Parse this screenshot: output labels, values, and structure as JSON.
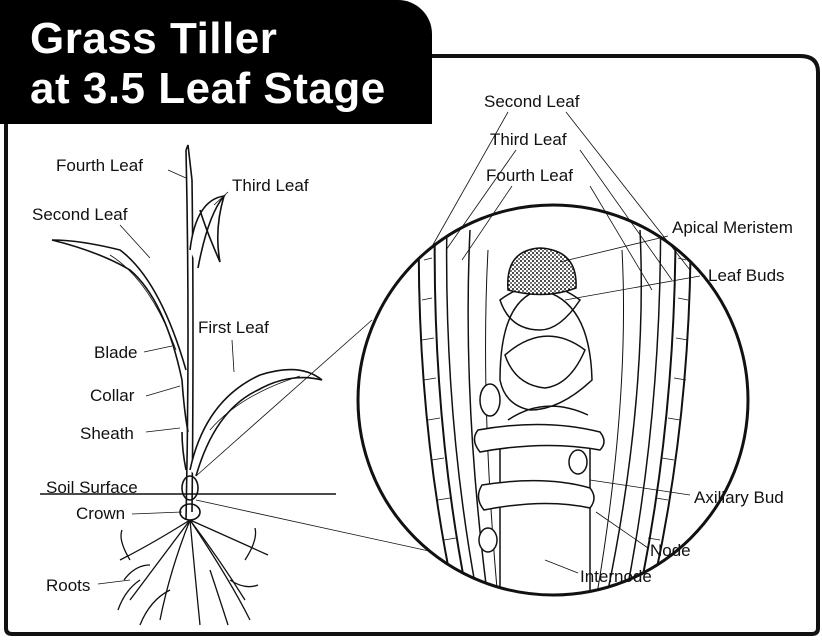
{
  "title": {
    "line1": "Grass Tiller",
    "line2": "at 3.5 Leaf Stage"
  },
  "plant_labels": {
    "fourth_leaf": "Fourth Leaf",
    "third_leaf": "Third Leaf",
    "second_leaf": "Second Leaf",
    "first_leaf": "First Leaf",
    "blade": "Blade",
    "collar": "Collar",
    "sheath": "Sheath",
    "soil_surface": "Soil Surface",
    "crown": "Crown",
    "roots": "Roots"
  },
  "detail_labels": {
    "second_leaf": "Second Leaf",
    "third_leaf": "Third Leaf",
    "fourth_leaf": "Fourth Leaf",
    "apical_meristem": "Apical Meristem",
    "leaf_buds": "Leaf Buds",
    "axillary_bud": "Axillary Bud",
    "node": "Node",
    "internode": "Internode"
  },
  "colors": {
    "ink": "#111111",
    "title_bg": "#000000",
    "title_text": "#ffffff",
    "background": "#ffffff"
  }
}
